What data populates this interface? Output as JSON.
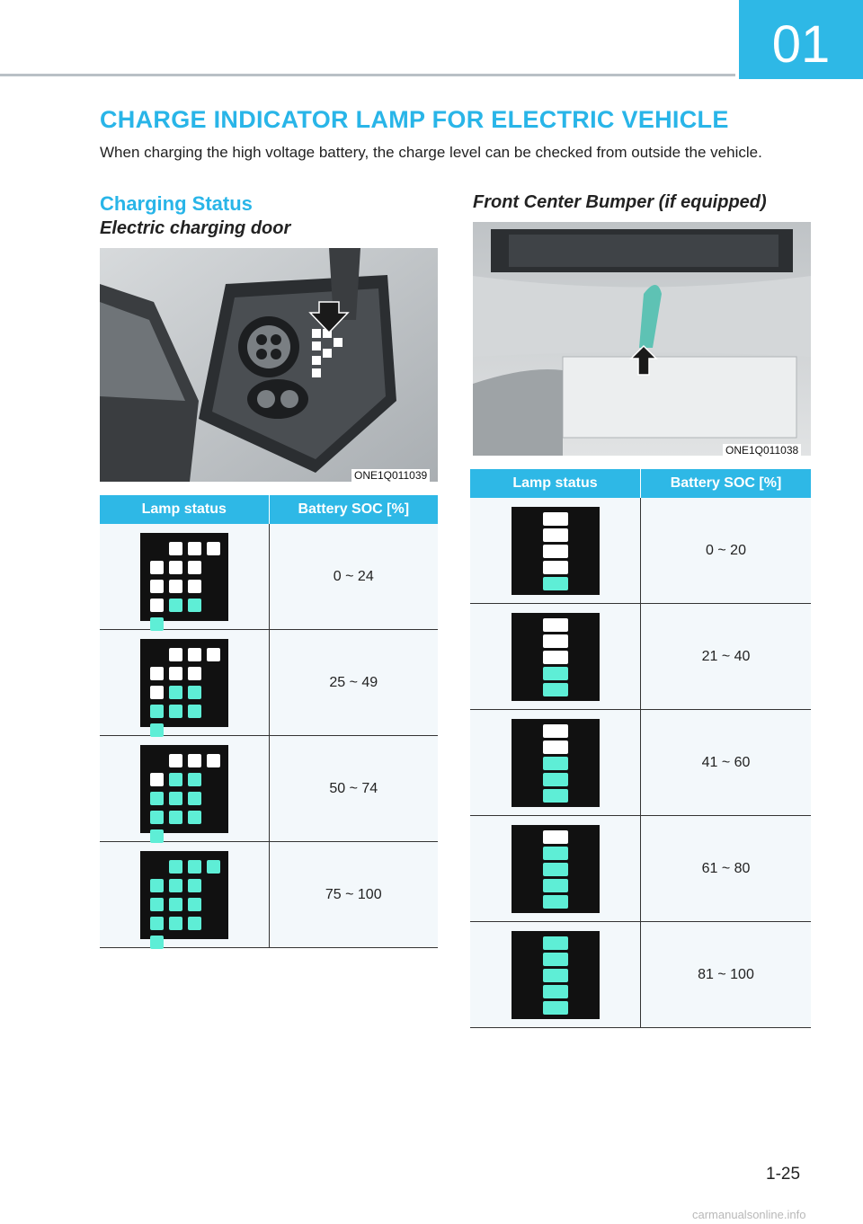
{
  "chapter": "01",
  "title": "CHARGE INDICATOR LAMP FOR ELECTRIC VEHICLE",
  "intro": "When charging the high voltage battery, the charge level can be checked from outside the vehicle.",
  "section_heading": "Charging Status",
  "left": {
    "heading": "Electric charging door",
    "image_code": "ONE1Q011039",
    "table": {
      "headers": [
        "Lamp status",
        "Battery SOC [%]"
      ],
      "rows": [
        {
          "soc": "0 ~ 24",
          "lit": 1
        },
        {
          "soc": "25 ~ 49",
          "lit": 2
        },
        {
          "soc": "50 ~ 74",
          "lit": 3
        },
        {
          "soc": "75 ~ 100",
          "lit": 4
        }
      ]
    }
  },
  "right": {
    "heading": "Front Center Bumper (if equipped)",
    "image_code": "ONE1Q011038",
    "table": {
      "headers": [
        "Lamp status",
        "Battery SOC [%]"
      ],
      "rows": [
        {
          "soc": "0 ~ 20",
          "lit": 1
        },
        {
          "soc": "21 ~ 40",
          "lit": 2
        },
        {
          "soc": "41 ~ 60",
          "lit": 3
        },
        {
          "soc": "61 ~ 80",
          "lit": 4
        },
        {
          "soc": "81 ~ 100",
          "lit": 5
        }
      ]
    }
  },
  "page_number": "1-25",
  "watermark": "carmanualsonline.info",
  "colors": {
    "accent": "#2eb8e6",
    "lamp_on": "#5eeed6",
    "lamp_off": "#ffffff",
    "lamp_bg": "#111111"
  }
}
